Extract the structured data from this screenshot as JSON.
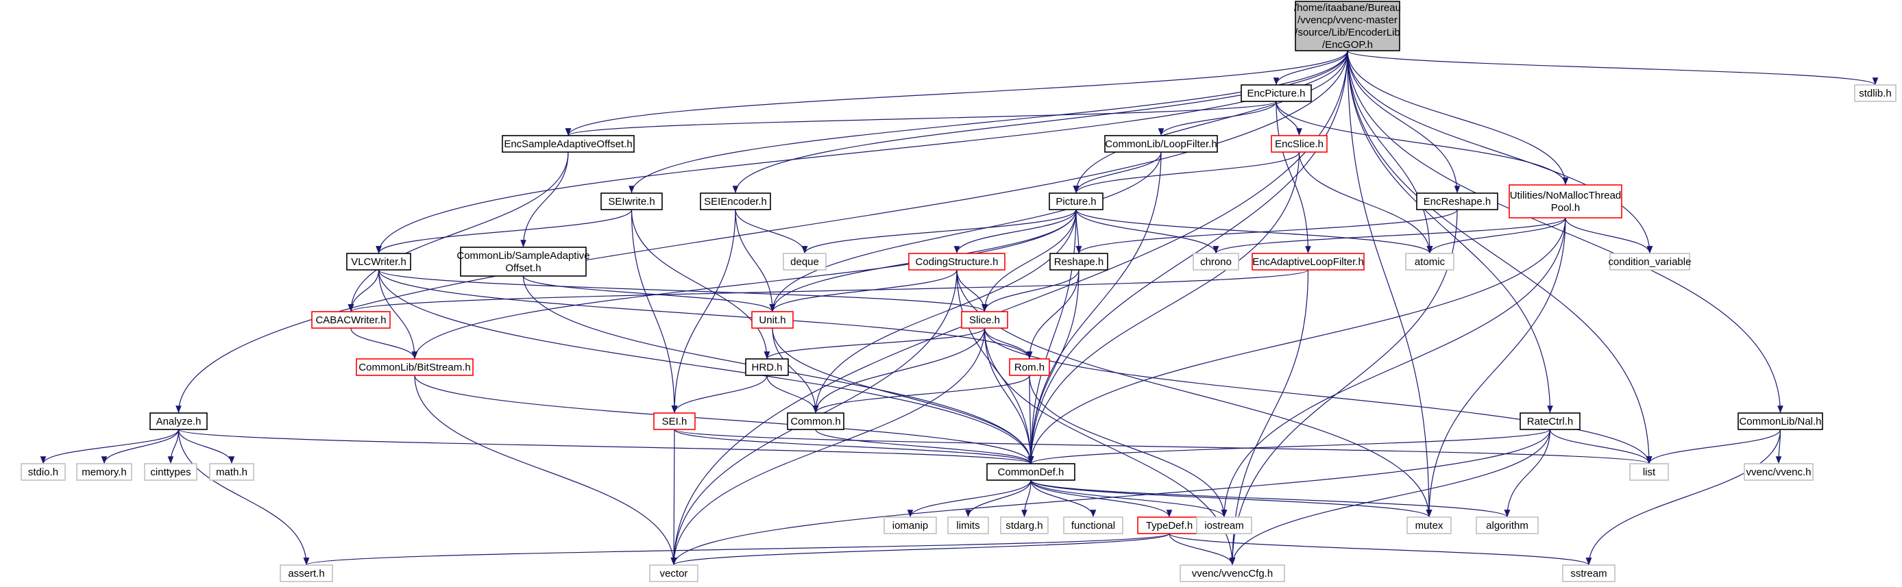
{
  "colors": {
    "edge": "#191970",
    "root_fill": "#bfbfbf",
    "root_border": "#000000",
    "documented_border": "#000000",
    "undocumented_border": "#ff0000",
    "system_border": "#bfbfbf",
    "system_text": "#000000",
    "background": "#ffffff"
  },
  "nodes": [
    {
      "id": "root",
      "label": [
        "/home/itaabane/Bureau",
        "/vvencp/vvenc-master",
        "/source/Lib/EncoderLib",
        "/EncGOP.h"
      ],
      "kind": "root"
    },
    {
      "id": "encpicture",
      "label": [
        "EncPicture.h"
      ],
      "kind": "documented"
    },
    {
      "id": "stdlib",
      "label": [
        "stdlib.h"
      ],
      "kind": "system"
    },
    {
      "id": "encsao",
      "label": [
        "EncSampleAdaptiveOffset.h"
      ],
      "kind": "documented"
    },
    {
      "id": "loopfilter",
      "label": [
        "CommonLib/LoopFilter.h"
      ],
      "kind": "documented"
    },
    {
      "id": "encslice",
      "label": [
        "EncSlice.h"
      ],
      "kind": "undocumented"
    },
    {
      "id": "seiwrite",
      "label": [
        "SEIwrite.h"
      ],
      "kind": "documented"
    },
    {
      "id": "seiencoder",
      "label": [
        "SEIEncoder.h"
      ],
      "kind": "documented"
    },
    {
      "id": "picture",
      "label": [
        "Picture.h"
      ],
      "kind": "documented"
    },
    {
      "id": "encreshape",
      "label": [
        "EncReshape.h"
      ],
      "kind": "documented"
    },
    {
      "id": "threadpool",
      "label": [
        "Utilities/NoMallocThread",
        "Pool.h"
      ],
      "kind": "undocumented"
    },
    {
      "id": "vlcwriter",
      "label": [
        "VLCWriter.h"
      ],
      "kind": "documented"
    },
    {
      "id": "commonsao",
      "label": [
        "CommonLib/SampleAdaptive",
        "Offset.h"
      ],
      "kind": "documented"
    },
    {
      "id": "deque",
      "label": [
        "deque"
      ],
      "kind": "system"
    },
    {
      "id": "codingstructure",
      "label": [
        "CodingStructure.h"
      ],
      "kind": "undocumented"
    },
    {
      "id": "reshape",
      "label": [
        "Reshape.h"
      ],
      "kind": "documented"
    },
    {
      "id": "chrono",
      "label": [
        "chrono"
      ],
      "kind": "system"
    },
    {
      "id": "atomic",
      "label": [
        "atomic"
      ],
      "kind": "system"
    },
    {
      "id": "encalf",
      "label": [
        "EncAdaptiveLoopFilter.h"
      ],
      "kind": "undocumented"
    },
    {
      "id": "condvar",
      "label": [
        "condition_variable"
      ],
      "kind": "system"
    },
    {
      "id": "cabacwriter",
      "label": [
        "CABACWriter.h"
      ],
      "kind": "undocumented"
    },
    {
      "id": "unit",
      "label": [
        "Unit.h"
      ],
      "kind": "undocumented"
    },
    {
      "id": "slice",
      "label": [
        "Slice.h"
      ],
      "kind": "undocumented"
    },
    {
      "id": "bitstream",
      "label": [
        "CommonLib/BitStream.h"
      ],
      "kind": "undocumented"
    },
    {
      "id": "rom",
      "label": [
        "Rom.h"
      ],
      "kind": "undocumented"
    },
    {
      "id": "hrd",
      "label": [
        "HRD.h"
      ],
      "kind": "documented"
    },
    {
      "id": "analyze",
      "label": [
        "Analyze.h"
      ],
      "kind": "documented"
    },
    {
      "id": "sei",
      "label": [
        "SEI.h"
      ],
      "kind": "undocumented"
    },
    {
      "id": "common",
      "label": [
        "Common.h"
      ],
      "kind": "documented"
    },
    {
      "id": "ratectrl",
      "label": [
        "RateCtrl.h"
      ],
      "kind": "documented"
    },
    {
      "id": "nal",
      "label": [
        "CommonLib/Nal.h"
      ],
      "kind": "documented"
    },
    {
      "id": "stdio",
      "label": [
        "stdio.h"
      ],
      "kind": "system"
    },
    {
      "id": "memory",
      "label": [
        "memory.h"
      ],
      "kind": "system"
    },
    {
      "id": "cinttypes",
      "label": [
        "cinttypes"
      ],
      "kind": "system"
    },
    {
      "id": "math",
      "label": [
        "math.h"
      ],
      "kind": "system"
    },
    {
      "id": "commondef",
      "label": [
        "CommonDef.h"
      ],
      "kind": "documented"
    },
    {
      "id": "list",
      "label": [
        "list"
      ],
      "kind": "system"
    },
    {
      "id": "vvench",
      "label": [
        "vvenc/vvenc.h"
      ],
      "kind": "system"
    },
    {
      "id": "iomanip",
      "label": [
        "iomanip"
      ],
      "kind": "system"
    },
    {
      "id": "limits",
      "label": [
        "limits"
      ],
      "kind": "system"
    },
    {
      "id": "stdarg",
      "label": [
        "stdarg.h"
      ],
      "kind": "system"
    },
    {
      "id": "functional",
      "label": [
        "functional"
      ],
      "kind": "system"
    },
    {
      "id": "typedef",
      "label": [
        "TypeDef.h"
      ],
      "kind": "undocumented"
    },
    {
      "id": "iostream",
      "label": [
        "iostream"
      ],
      "kind": "system"
    },
    {
      "id": "mutex",
      "label": [
        "mutex"
      ],
      "kind": "system"
    },
    {
      "id": "algorithm",
      "label": [
        "algorithm"
      ],
      "kind": "system"
    },
    {
      "id": "assert",
      "label": [
        "assert.h"
      ],
      "kind": "system"
    },
    {
      "id": "vector",
      "label": [
        "vector"
      ],
      "kind": "system"
    },
    {
      "id": "vvenccfg",
      "label": [
        "vvenc/vvencCfg.h"
      ],
      "kind": "system"
    },
    {
      "id": "sstream",
      "label": [
        "sstream"
      ],
      "kind": "system"
    }
  ],
  "edges": [
    [
      "root",
      "encpicture"
    ],
    [
      "root",
      "stdlib"
    ],
    [
      "root",
      "encsao"
    ],
    [
      "root",
      "seiwrite"
    ],
    [
      "root",
      "seiencoder"
    ],
    [
      "root",
      "picture"
    ],
    [
      "root",
      "encreshape"
    ],
    [
      "root",
      "threadpool"
    ],
    [
      "root",
      "vlcwriter"
    ],
    [
      "root",
      "analyze"
    ],
    [
      "root",
      "ratectrl"
    ],
    [
      "root",
      "nal"
    ],
    [
      "root",
      "commondef"
    ],
    [
      "root",
      "vector"
    ],
    [
      "root",
      "atomic"
    ],
    [
      "root",
      "condvar"
    ],
    [
      "root",
      "list"
    ],
    [
      "root",
      "mutex"
    ],
    [
      "encpicture",
      "encsao"
    ],
    [
      "encpicture",
      "loopfilter"
    ],
    [
      "encpicture",
      "encslice"
    ],
    [
      "encpicture",
      "encalf"
    ],
    [
      "encpicture",
      "threadpool"
    ],
    [
      "encsao",
      "cabacwriter"
    ],
    [
      "encsao",
      "commonsao"
    ],
    [
      "loopfilter",
      "picture"
    ],
    [
      "loopfilter",
      "unit"
    ],
    [
      "loopfilter",
      "commondef"
    ],
    [
      "encslice",
      "picture"
    ],
    [
      "encslice",
      "atomic"
    ],
    [
      "encslice",
      "commondef"
    ],
    [
      "seiwrite",
      "vlcwriter"
    ],
    [
      "seiwrite",
      "sei"
    ],
    [
      "seiwrite",
      "hrd"
    ],
    [
      "seiencoder",
      "deque"
    ],
    [
      "seiencoder",
      "unit"
    ],
    [
      "seiencoder",
      "sei"
    ],
    [
      "picture",
      "codingstructure"
    ],
    [
      "picture",
      "reshape"
    ],
    [
      "picture",
      "deque"
    ],
    [
      "picture",
      "chrono"
    ],
    [
      "picture",
      "atomic"
    ],
    [
      "picture",
      "slice"
    ],
    [
      "picture",
      "unit"
    ],
    [
      "picture",
      "common"
    ],
    [
      "picture",
      "commondef"
    ],
    [
      "picture",
      "bitstream"
    ],
    [
      "encreshape",
      "reshape"
    ],
    [
      "encreshape",
      "vvenccfg"
    ],
    [
      "threadpool",
      "chrono"
    ],
    [
      "threadpool",
      "atomic"
    ],
    [
      "threadpool",
      "condvar"
    ],
    [
      "threadpool",
      "commondef"
    ],
    [
      "threadpool",
      "mutex"
    ],
    [
      "threadpool",
      "iostream"
    ],
    [
      "vlcwriter",
      "cabacwriter"
    ],
    [
      "vlcwriter",
      "bitstream"
    ],
    [
      "vlcwriter",
      "slice"
    ],
    [
      "vlcwriter",
      "rom"
    ],
    [
      "vlcwriter",
      "commondef"
    ],
    [
      "commonsao",
      "unit"
    ],
    [
      "commonsao",
      "commondef"
    ],
    [
      "codingstructure",
      "unit"
    ],
    [
      "codingstructure",
      "slice"
    ],
    [
      "codingstructure",
      "commondef"
    ],
    [
      "codingstructure",
      "mutex"
    ],
    [
      "codingstructure",
      "vector"
    ],
    [
      "reshape",
      "slice"
    ],
    [
      "reshape",
      "rom"
    ],
    [
      "reshape",
      "commondef"
    ],
    [
      "encalf",
      "cabacwriter"
    ],
    [
      "encalf",
      "vvenccfg"
    ],
    [
      "cabacwriter",
      "bitstream"
    ],
    [
      "unit",
      "common"
    ],
    [
      "unit",
      "commondef"
    ],
    [
      "slice",
      "hrd"
    ],
    [
      "slice",
      "rom"
    ],
    [
      "slice",
      "common"
    ],
    [
      "slice",
      "commondef"
    ],
    [
      "slice",
      "list"
    ],
    [
      "slice",
      "vector"
    ],
    [
      "slice",
      "vvenccfg"
    ],
    [
      "bitstream",
      "commondef"
    ],
    [
      "bitstream",
      "vector"
    ],
    [
      "rom",
      "common"
    ],
    [
      "rom",
      "commondef"
    ],
    [
      "rom",
      "iostream"
    ],
    [
      "hrd",
      "common"
    ],
    [
      "hrd",
      "sei"
    ],
    [
      "analyze",
      "stdio"
    ],
    [
      "analyze",
      "memory"
    ],
    [
      "analyze",
      "cinttypes"
    ],
    [
      "analyze",
      "math"
    ],
    [
      "analyze",
      "commondef"
    ],
    [
      "analyze",
      "assert"
    ],
    [
      "sei",
      "commondef"
    ],
    [
      "sei",
      "list"
    ],
    [
      "sei",
      "vector"
    ],
    [
      "common",
      "commondef"
    ],
    [
      "ratectrl",
      "commondef"
    ],
    [
      "ratectrl",
      "list"
    ],
    [
      "ratectrl",
      "algorithm"
    ],
    [
      "ratectrl",
      "vector"
    ],
    [
      "ratectrl",
      "vvenccfg"
    ],
    [
      "nal",
      "list"
    ],
    [
      "nal",
      "vvench"
    ],
    [
      "nal",
      "sstream"
    ],
    [
      "commondef",
      "iomanip"
    ],
    [
      "commondef",
      "limits"
    ],
    [
      "commondef",
      "stdarg"
    ],
    [
      "commondef",
      "functional"
    ],
    [
      "commondef",
      "typedef"
    ],
    [
      "commondef",
      "iostream"
    ],
    [
      "commondef",
      "mutex"
    ],
    [
      "commondef",
      "algorithm"
    ],
    [
      "typedef",
      "assert"
    ],
    [
      "typedef",
      "vector"
    ],
    [
      "typedef",
      "vvenccfg"
    ],
    [
      "typedef",
      "sstream"
    ]
  ]
}
